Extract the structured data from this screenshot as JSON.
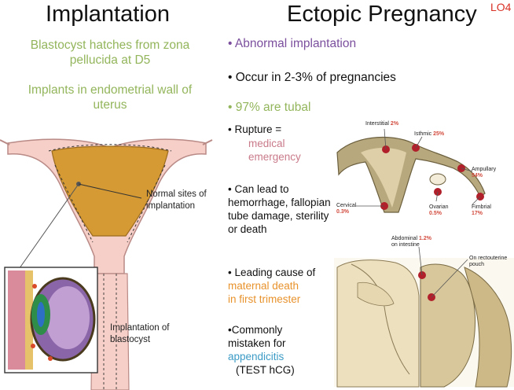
{
  "left": {
    "title": "Implantation",
    "line1": "Blastocyst hatches from zona pellucida at D5",
    "line2": "Implants in endometrial wall of uterus",
    "label_normal": "Normal sites of implantation",
    "label_blast": "Implantation of blastocyst"
  },
  "right": {
    "title": "Ectopic Pregnancy",
    "lo": "LO4",
    "b1": "• Abnormal implantation",
    "b2": "• Occur in 2-3% of pregnancies",
    "b3": "• 97% are tubal",
    "rupture": "• Rupture =",
    "rupture_red": "medical emergency",
    "lead": "• Can lead to hemorrhage, fallopian tube damage, sterility or death",
    "cause": "• Leading cause of",
    "cause_col": "maternal death in first trimester",
    "mistaken": "•Commonly mistaken for",
    "appendicitis": "appendicitis",
    "test": "(TEST hCG)"
  },
  "diagram_labels": {
    "interstitial": "Interstitial",
    "interstitial_pct": "2%",
    "isthmic": "Isthmic",
    "isthmic_pct": "25%",
    "ampullary": "Ampullary",
    "ampullary_pct": "54%",
    "cervical": "Cervical",
    "cervical_pct": "0.3%",
    "ovarian": "Ovarian",
    "ovarian_pct": "0.5%",
    "fimbrial": "Fimbrial",
    "fimbrial_pct": "17%",
    "abdominal": "Abdominal",
    "abdominal_pct": "1.2%",
    "abdominal_sub": "on intestine",
    "rectouterine": "On rectouterine pouch"
  },
  "colors": {
    "accent_green": "#93b55b",
    "accent_purple": "#7b4f9d",
    "accent_pink": "#c97a8a",
    "accent_orange": "#e8922c",
    "accent_blue": "#3c9bc6",
    "lo_red": "#d93025"
  }
}
